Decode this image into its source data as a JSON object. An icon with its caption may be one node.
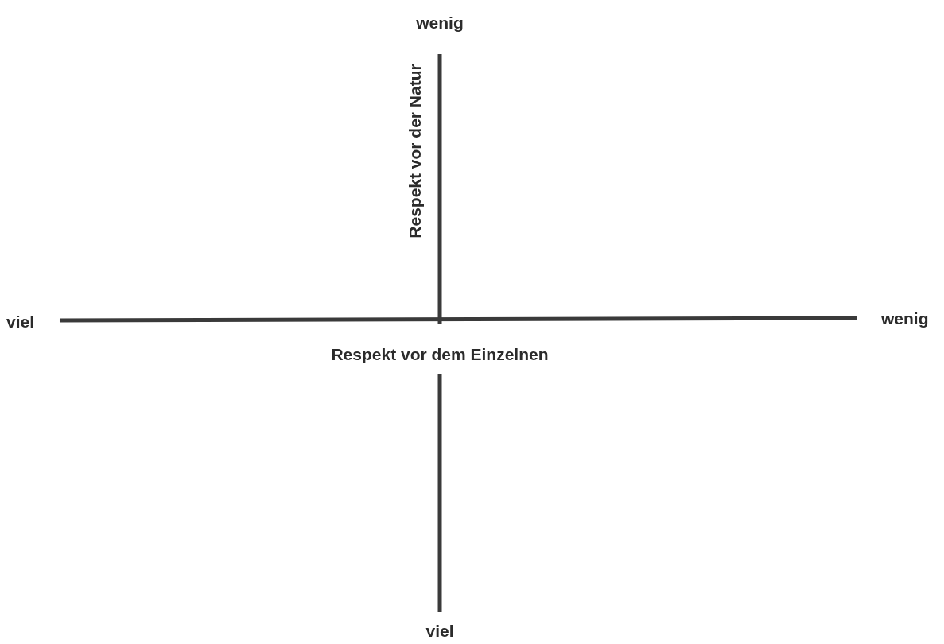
{
  "diagram": {
    "labels": [
      "wenig",
      "Respekt vor der Natur",
      "viel",
      "wenig",
      "Respekt vor dem Einzelnen",
      "viel"
    ]
  }
}
